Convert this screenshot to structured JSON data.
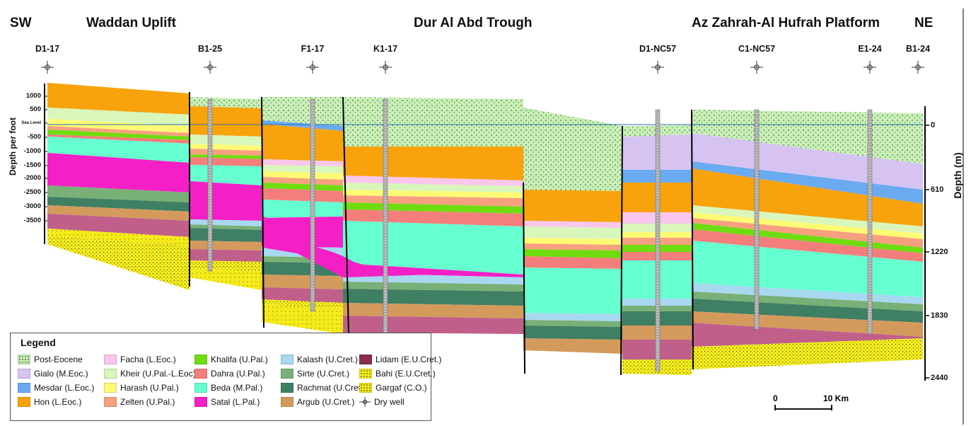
{
  "headers": {
    "sw": "SW",
    "region_left": "Waddan Uplift",
    "region_center": "Dur Al Abd Trough",
    "region_right": "Az Zahrah-Al Hufrah Platform",
    "ne": "NE"
  },
  "wells": [
    {
      "name": "D1-17"
    },
    {
      "name": "B1-25"
    },
    {
      "name": "F1-17"
    },
    {
      "name": "K1-17"
    },
    {
      "name": "D1-NC57"
    },
    {
      "name": "C1-NC57"
    },
    {
      "name": "E1-24"
    },
    {
      "name": "B1-24"
    }
  ],
  "left_axis": {
    "label": "Depth per foot",
    "ticks": [
      "1000",
      "500",
      "Sea Level",
      "-500",
      "-1000",
      "-1500",
      "-2000",
      "-2500",
      "-3000",
      "-3500"
    ]
  },
  "right_axis": {
    "label": "Depth (m)",
    "ticks": [
      "0",
      "610",
      "1220",
      "1830",
      "2440"
    ]
  },
  "scale_bar": {
    "start": "0",
    "end": "10 Km"
  },
  "legend": {
    "title": "Legend",
    "items": [
      {
        "name": "Post-Eocene",
        "color": "#c9efb6",
        "pattern": "dots"
      },
      {
        "name": "Gialo (M.Eoc.)",
        "color": "#d6c3f2"
      },
      {
        "name": "Mesdar (L.Eoc.)",
        "color": "#6aaaf0"
      },
      {
        "name": "Hon (L.Eoc.)",
        "color": "#f8a30b"
      },
      {
        "name": "Facha (L.Eoc.)",
        "color": "#f9c6ec"
      },
      {
        "name": "Kheir (U.Pal.-L.Eoc)",
        "color": "#d9f6bb"
      },
      {
        "name": "Harash (U.Pal.)",
        "color": "#fdfb74"
      },
      {
        "name": "Zelten (U.Pal.)",
        "color": "#f7a07f"
      },
      {
        "name": "Khalifa (U.Pal.)",
        "color": "#6fdc10"
      },
      {
        "name": "Dahra (U.Pal.)",
        "color": "#f47e7b"
      },
      {
        "name": "Beda (M.Pal.)",
        "color": "#66ffd0"
      },
      {
        "name": "Satal (L.Pal.)",
        "color": "#f420c6"
      },
      {
        "name": "Kalash (U.Cret.)",
        "color": "#a8d8f0"
      },
      {
        "name": "Sirte (U.Cret.)",
        "color": "#78b077"
      },
      {
        "name": "Rachmat (U.Cret.)",
        "color": "#3f7f63"
      },
      {
        "name": "Argub (U.Cret.)",
        "color": "#d49a5c"
      },
      {
        "name": "Lidam (E.U.Cret.)",
        "color": "#8a2e4e"
      },
      {
        "name": "Bahi (E.U.Cret.)",
        "color": "#f5ee20",
        "pattern": "dots"
      },
      {
        "name": "Gargaf (C.O.)",
        "color": "#f5ea1a",
        "pattern": "dots"
      },
      {
        "name": "Dry well",
        "symbol": "dry-well"
      }
    ]
  },
  "colors": {
    "postEocene": "#c9efb6",
    "gialo": "#d6c3f2",
    "mesdar": "#6aaaf0",
    "hon": "#f8a30b",
    "facha": "#f9c6ec",
    "kheir": "#d9f6bb",
    "harash": "#fdfb74",
    "zelten": "#f7a07f",
    "khalifa": "#6fdc10",
    "dahra": "#f47e7b",
    "beda": "#66ffd0",
    "satal": "#f420c6",
    "kalash": "#a8d8f0",
    "sirte": "#78b077",
    "rachmat": "#3f7f63",
    "argub": "#d49a5c",
    "lidam": "#c0608a",
    "bahi": "#f5ee20",
    "gargaf": "#f5ea1a"
  }
}
